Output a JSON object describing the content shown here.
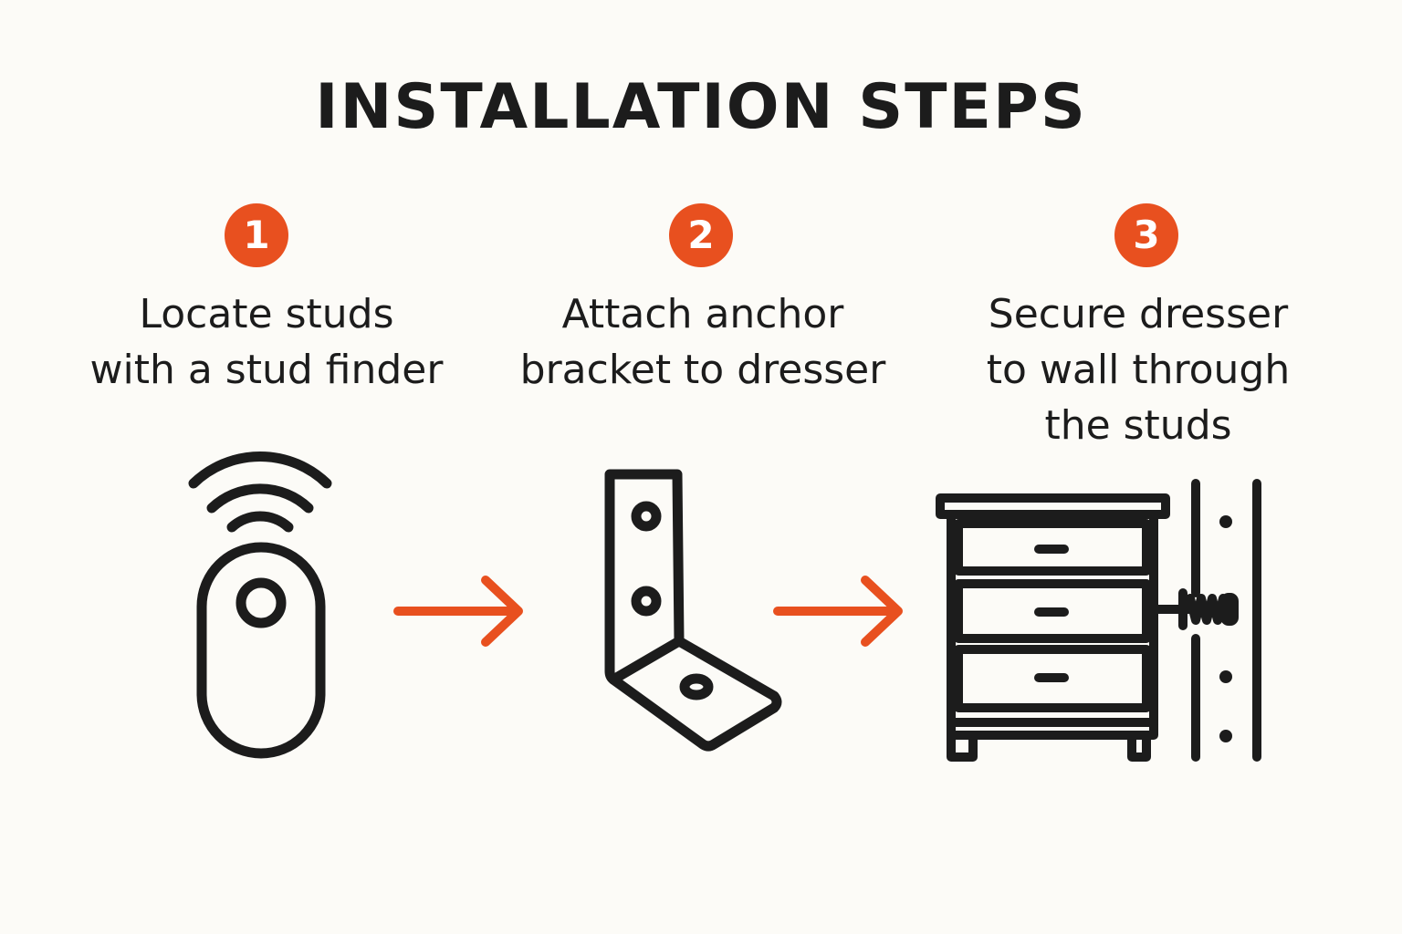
{
  "title": "INSTALLATION STEPS",
  "accent_color": "#e8501f",
  "ink_color": "#1c1c1c",
  "steps": [
    {
      "number": "1",
      "label_lines": [
        "Locate studs",
        "with a stud finder"
      ],
      "icon": "stud-finder-icon"
    },
    {
      "number": "2",
      "label_lines": [
        "Attach anchor",
        "bracket to dresser"
      ],
      "icon": "l-bracket-icon"
    },
    {
      "number": "3",
      "label_lines": [
        "Secure dresser",
        "to wall through",
        "the studs"
      ],
      "icon": "dresser-wall-anchor-icon"
    }
  ],
  "connectors": [
    "arrow-right-icon",
    "arrow-right-icon"
  ]
}
